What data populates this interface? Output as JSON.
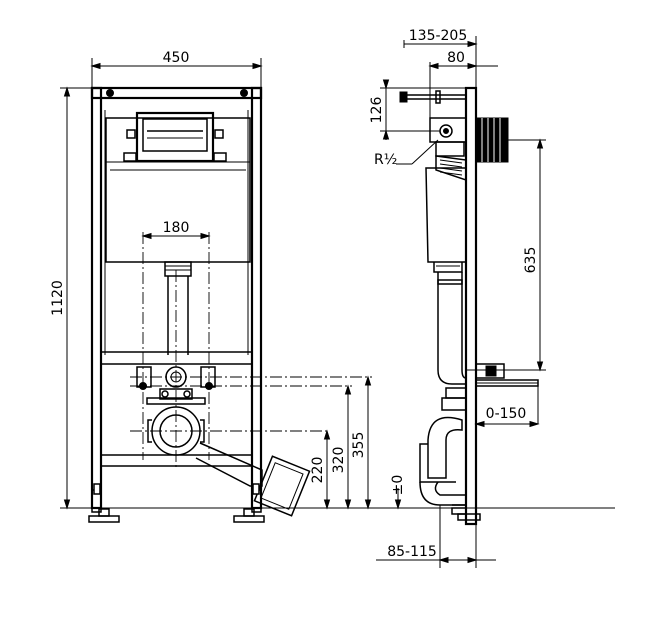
{
  "dimensions": {
    "frame_width": "450",
    "frame_height": "1120",
    "pipe_spacing": "180",
    "dim_220": "220",
    "dim_320": "320",
    "dim_355": "355",
    "side_depth_range": "135-205",
    "side_depth": "80",
    "top_offset": "126",
    "thread": "R½",
    "cistern_height": "635",
    "adjust_range": "0-150",
    "floor_zero": "±0",
    "bottom_range": "85-115"
  }
}
